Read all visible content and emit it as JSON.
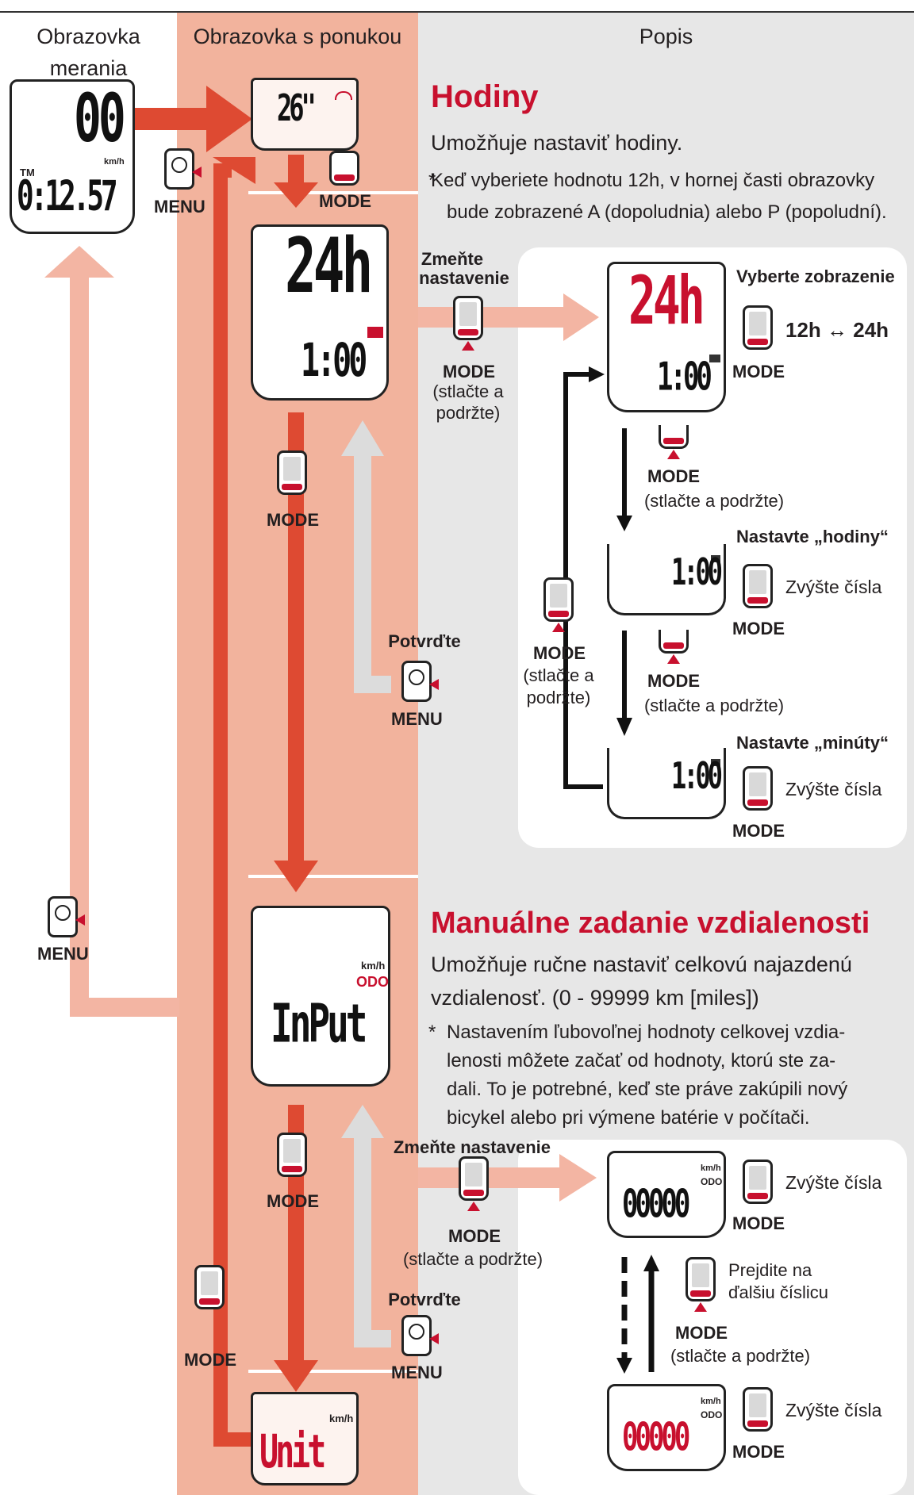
{
  "header": {
    "col1": "Obrazovka merania",
    "col2": "Obrazovka s ponukou",
    "col3": "Popis"
  },
  "buttons": {
    "menu": "MENU",
    "mode": "MODE"
  },
  "labels": {
    "hold_two_lines_a": "(stlačte a",
    "hold_two_lines_b": "podržte)",
    "hold_one_line": "(stlačte a podržte)",
    "change_setting_a": "Zmeňte",
    "change_setting_b": "nastavenie",
    "change_setting_full": "Zmeňte nastavenie",
    "confirm": "Potvrďte",
    "increase": "Zvýšte čísla",
    "next_digit_a": "Prejdite na",
    "next_digit_b": "ďalšiu číslicu",
    "choose_display": "Vyberte zobrazenie",
    "toggle": "12h ↔ 24h",
    "set_hours": "Nastavte „hodiny“",
    "set_minutes": "Nastavte „minúty“"
  },
  "clock": {
    "title": "Hodiny",
    "body": "Umožňuje nastaviť hodiny.",
    "note_line1": "Keď vyberiete hodnotu 12h, v hornej časti obrazovky",
    "note_line2": "bude zobrazené A (dopoludnia) alebo P (popoludní)."
  },
  "odo": {
    "title": "Manuálne zadanie vzdialenosti",
    "body_line1": "Umožňuje ručne nastaviť celkovú najazdenú",
    "body_line2": "vzdialenosť. (0 - 99999 km [miles])",
    "note_line1": "Nastavením ľubovoľnej hodnoty celkovej vzdia-",
    "note_line2": "lenosti môžete začať od hodnoty, ktorú ste za-",
    "note_line3": "dali. To je potrebné, keď ste práve zakúpili nový",
    "note_line4": "bicykel alebo pri výmene batérie v počítači."
  },
  "displays": {
    "measure_speed": "00",
    "measure_unit": "km/h",
    "measure_tm": "TM",
    "measure_time": "0:12.57",
    "menu_top": "26\"",
    "clock_main": "24h",
    "clock_time": "1:00",
    "clock_digits": "1:00",
    "input_unit": "km/h",
    "input_odo": "ODO",
    "input_text": "InPut",
    "odo_value": "00000",
    "unit_text": "Unit",
    "unit_unit": "km/h"
  },
  "colors": {
    "accent_red": "#c8102e",
    "arrow_red": "#de4a32",
    "arrow_salmon": "#f3b5a3",
    "arrow_grey": "#dcdcdc",
    "menu_column": "#f2b39d",
    "description_panel": "#e7e7e7"
  }
}
